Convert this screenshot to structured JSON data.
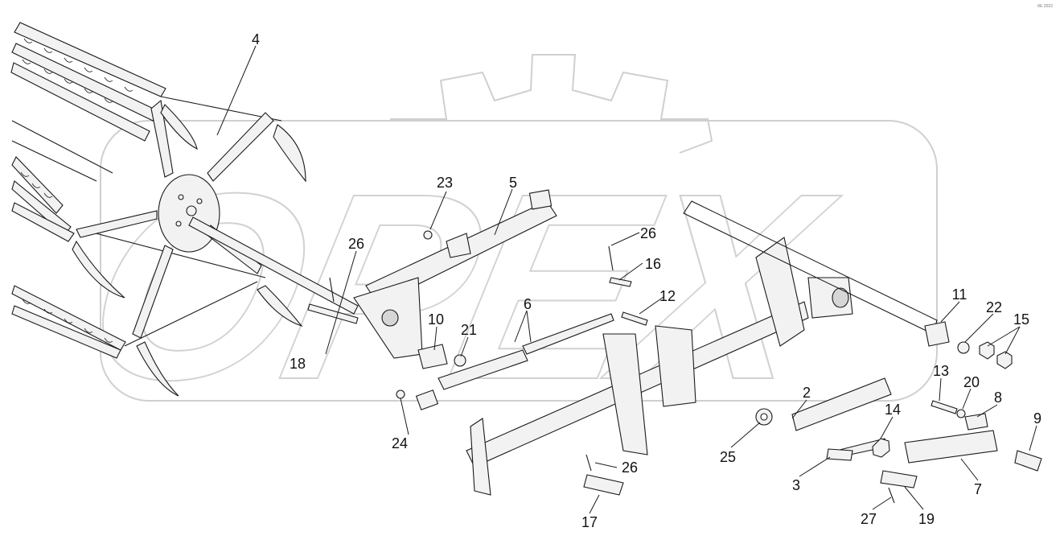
{
  "diagram": {
    "corner_mark": "КЕ 2022",
    "watermark": "OPEX",
    "colors": {
      "line": "#1a1a1a",
      "part_fill": "#f2f2f2",
      "shade": "#d6d6d6",
      "watermark": "#cfcfcf"
    },
    "labels": [
      {
        "id": "label-4",
        "text": "4"
      },
      {
        "id": "label-5",
        "text": "5"
      },
      {
        "id": "label-23",
        "text": "23"
      },
      {
        "id": "label-26a",
        "text": "26"
      },
      {
        "id": "label-16",
        "text": "16"
      },
      {
        "id": "label-26b",
        "text": "26"
      },
      {
        "id": "label-6",
        "text": "6"
      },
      {
        "id": "label-12",
        "text": "12"
      },
      {
        "id": "label-10",
        "text": "10"
      },
      {
        "id": "label-21",
        "text": "21"
      },
      {
        "id": "label-18",
        "text": "18"
      },
      {
        "id": "label-11",
        "text": "11"
      },
      {
        "id": "label-22",
        "text": "22"
      },
      {
        "id": "label-15",
        "text": "15"
      },
      {
        "id": "label-2",
        "text": "2"
      },
      {
        "id": "label-13",
        "text": "13"
      },
      {
        "id": "label-20",
        "text": "20"
      },
      {
        "id": "label-8",
        "text": "8"
      },
      {
        "id": "label-14",
        "text": "14"
      },
      {
        "id": "label-9",
        "text": "9"
      },
      {
        "id": "label-24",
        "text": "24"
      },
      {
        "id": "label-25",
        "text": "25"
      },
      {
        "id": "label-26c",
        "text": "26"
      },
      {
        "id": "label-3",
        "text": "3"
      },
      {
        "id": "label-7",
        "text": "7"
      },
      {
        "id": "label-17",
        "text": "17"
      },
      {
        "id": "label-27",
        "text": "27"
      },
      {
        "id": "label-19",
        "text": "19"
      }
    ]
  }
}
